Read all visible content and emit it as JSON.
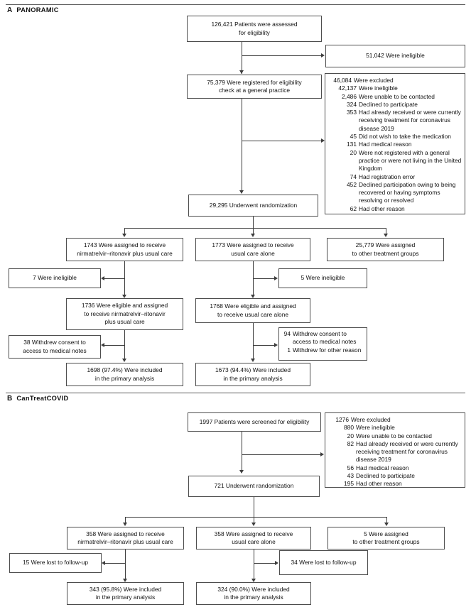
{
  "figure": {
    "type": "consort-flow-diagram",
    "panels": [
      {
        "letter": "A",
        "title": "PANORAMIC",
        "nodes": {
          "assessed": "126,421 Patients were assessed\nfor eligibility",
          "ineligible_first": "51,042 Were ineligible",
          "registered": "75,379 Were registered for eligibility\ncheck at a general practice",
          "randomized": "29,295 Underwent randomization",
          "arm_treatment": "1743 Were assigned to receive\nnirmatrelvir–ritonavir plus usual care",
          "arm_usual": "1773 Were assigned to receive\nusual care alone",
          "arm_other": "25,779 Were assigned\nto other treatment groups",
          "excl_treatment": "7 Were ineligible",
          "excl_usual": "5 Were ineligible",
          "eligible_treatment": "1736 Were eligible and assigned\nto receive nirmatrelvir–ritonavir\nplus usual care",
          "eligible_usual": "1768 Were eligible and assigned\nto receive usual care alone",
          "withdrew_treatment": "38 Withdrew consent to\naccess to medical notes",
          "analysis_treatment": "1698 (97.4%) Were included\nin the primary analysis",
          "analysis_usual": "1673 (94.4%) Were included\nin the primary analysis"
        },
        "withdrew_usual_rows": [
          {
            "num": "94",
            "text": "Withdrew consent to access to medical notes"
          },
          {
            "num": "1",
            "text": "Withdrew for other reason"
          }
        ],
        "exclusion_box": {
          "header": {
            "num": "46,084",
            "text": "Were excluded"
          },
          "rows": [
            {
              "num": "42,137",
              "text": "Were ineligible"
            },
            {
              "num": "2,486",
              "text": "Were unable to be contacted"
            },
            {
              "num": "324",
              "text": "Declined to participate"
            },
            {
              "num": "353",
              "text": "Had already received or were currently receiving treatment for coronavirus disease 2019"
            },
            {
              "num": "45",
              "text": "Did not wish to take the medication"
            },
            {
              "num": "131",
              "text": "Had medical reason"
            },
            {
              "num": "20",
              "text": "Were not registered with a general practice or were not living in the United Kingdom"
            },
            {
              "num": "74",
              "text": "Had registration error"
            },
            {
              "num": "452",
              "text": "Declined participation owing to being recovered or having symptoms resolving or resolved"
            },
            {
              "num": "62",
              "text": "Had other reason"
            }
          ]
        }
      },
      {
        "letter": "B",
        "title": "CanTreatCOVID",
        "nodes": {
          "screened": "1997 Patients were screened for eligibility",
          "randomized": "721 Underwent randomization",
          "arm_treatment": "358 Were assigned to receive\nnirmatrelvir–ritonavir plus usual care",
          "arm_usual": "358 Were assigned to receive\nusual care alone",
          "arm_other": "5 Were assigned\nto other treatment groups",
          "lost_treatment": "15 Were lost to follow-up",
          "lost_usual": "34 Were lost to follow-up",
          "analysis_treatment": "343 (95.8%) Were included\nin the primary analysis",
          "analysis_usual": "324 (90.0%) Were included\nin the primary analysis"
        },
        "exclusion_box": {
          "header": {
            "num": "1276",
            "text": "Were excluded"
          },
          "rows": [
            {
              "num": "880",
              "text": "Were ineligible"
            },
            {
              "num": "20",
              "text": "Were unable to be contacted"
            },
            {
              "num": "82",
              "text": "Had already received or were currently receiving treatment for coronavirus disease 2019"
            },
            {
              "num": "56",
              "text": "Had medical reason"
            },
            {
              "num": "43",
              "text": "Declined to participate"
            },
            {
              "num": "195",
              "text": "Had other reason"
            }
          ]
        }
      }
    ]
  }
}
